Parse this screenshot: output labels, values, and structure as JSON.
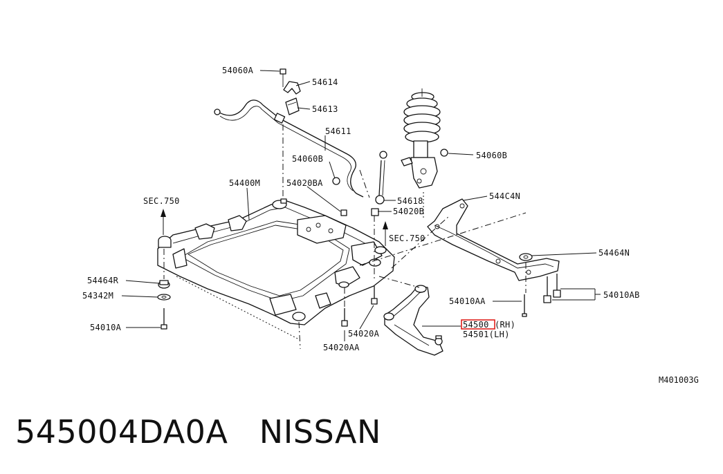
{
  "diagram": {
    "reference_code": "M401003G",
    "caption": {
      "part_number": "545004DA0A",
      "brand": "NISSAN"
    },
    "highlight_color": "#e0201b",
    "labels": {
      "p54060A": "54060A",
      "p54614": "54614",
      "p54613": "54613",
      "p54611": "54611",
      "p54060B_left": "54060B",
      "p54060B_right": "54060B",
      "p54400M": "54400M",
      "p54020BA": "54020BA",
      "p54618": "54618",
      "p54020B": "54020B",
      "sec750_left": "SEC.750",
      "sec750_right": "SEC.750",
      "p544C4N": "544C4N",
      "p54464N": "54464N",
      "p54464R": "54464R",
      "p54342M": "54342M",
      "p54010A": "54010A",
      "p54010AA": "54010AA",
      "p54010AB": "54010AB",
      "p54500_num": "54500",
      "p54500_side": "(RH)",
      "p54501": "54501(LH)",
      "p54020A": "54020A",
      "p54020AA": "54020AA"
    }
  }
}
